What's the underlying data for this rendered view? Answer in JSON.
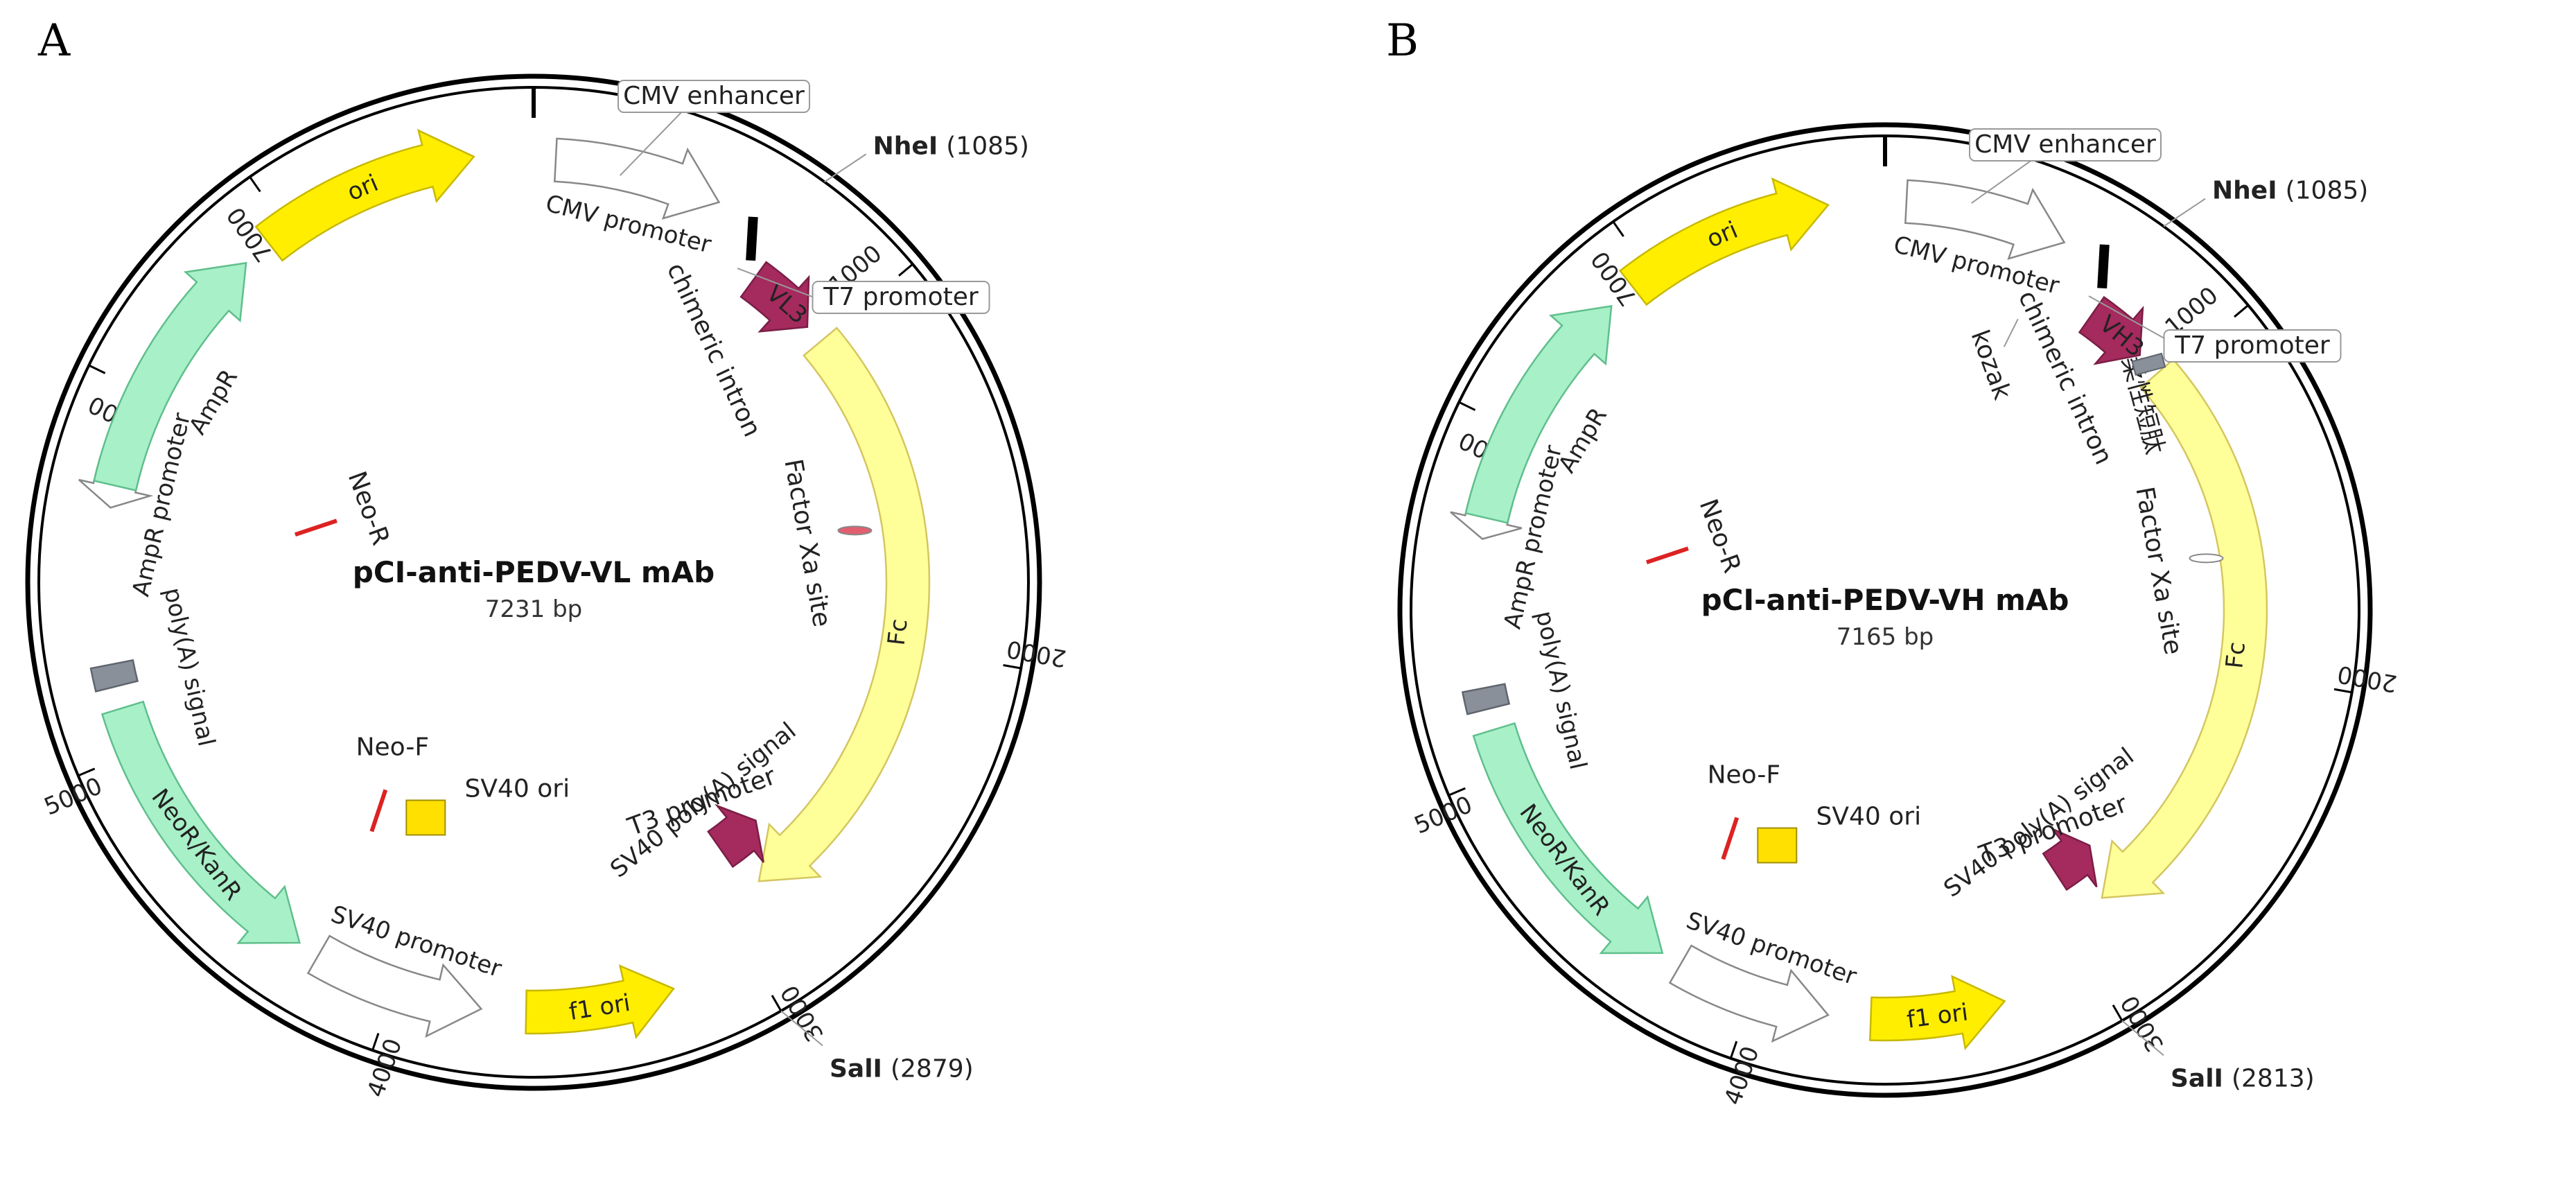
{
  "panels": [
    {
      "id": "A",
      "panel_label": "A",
      "name": "pCI-anti-PEDV-VL mAb",
      "size": "7231 bp",
      "ticks": [
        "7000",
        "1000",
        "2000",
        "3000",
        "4000",
        "5000",
        "6000"
      ],
      "features": [
        {
          "key": "cmv_promoter",
          "label": "CMV promoter",
          "fill": "#ffffff",
          "stroke": "#888888"
        },
        {
          "key": "vl3",
          "label": "VL3",
          "fill": "#a52a5e",
          "stroke": "#7a1e45"
        },
        {
          "key": "fc",
          "label": "Fc",
          "fill": "#ffff99",
          "stroke": "#d4c660"
        },
        {
          "key": "sv40_pa",
          "label": "SV40 poly(A) signal",
          "fill": "#a52a5e",
          "stroke": "#7a1e45"
        },
        {
          "key": "f1_ori",
          "label": "f1 ori",
          "fill": "#ffee00",
          "stroke": "#c8b800"
        },
        {
          "key": "sv40_promoter",
          "label": "SV40 promoter",
          "fill": "#ffffff",
          "stroke": "#888888"
        },
        {
          "key": "neor",
          "label": "NeoR/KanR",
          "fill": "#a8f0c8",
          "stroke": "#5fbf8c"
        },
        {
          "key": "polya",
          "label": "poly(A) signal",
          "fill": "#8a9099",
          "stroke": "#5f656e"
        },
        {
          "key": "ampr_promoter",
          "label": "AmpR promoter",
          "fill": "#ffffff",
          "stroke": "#888888"
        },
        {
          "key": "ampr",
          "label": "AmpR",
          "fill": "#a8f0c8",
          "stroke": "#5fbf8c"
        },
        {
          "key": "ori",
          "label": "ori",
          "fill": "#ffee00",
          "stroke": "#c8b800"
        }
      ],
      "labels": {
        "cmv_enhancer": "CMV enhancer",
        "t7_promoter": "T7 promoter",
        "chimeric_intron": "chimeric intron",
        "factor_xa": "Factor Xa site",
        "neo_r": "Neo-R",
        "neo_f": "Neo-F",
        "sv40_ori": "SV40 ori",
        "t3_promoter": "T3 promoter"
      },
      "sites": {
        "nhe_name": "NheI",
        "nhe_pos": "(1085)",
        "sal_name": "SalI",
        "sal_pos": "(2879)"
      }
    },
    {
      "id": "B",
      "panel_label": "B",
      "name": "pCI-anti-PEDV-VH mAb",
      "size": "7165 bp",
      "ticks": [
        "7000",
        "1000",
        "2000",
        "3000",
        "4000",
        "5000",
        "6000"
      ],
      "features": [
        {
          "key": "cmv_promoter",
          "label": "CMV promoter",
          "fill": "#ffffff",
          "stroke": "#888888"
        },
        {
          "key": "vh3",
          "label": "VH3",
          "fill": "#a52a5e",
          "stroke": "#7a1e45"
        },
        {
          "key": "fc",
          "label": "Fc",
          "fill": "#ffff99",
          "stroke": "#d4c660"
        },
        {
          "key": "sv40_pa",
          "label": "SV40 poly(A) signal",
          "fill": "#a52a5e",
          "stroke": "#7a1e45"
        },
        {
          "key": "f1_ori",
          "label": "f1 ori",
          "fill": "#ffee00",
          "stroke": "#c8b800"
        },
        {
          "key": "sv40_promoter",
          "label": "SV40 promoter",
          "fill": "#ffffff",
          "stroke": "#888888"
        },
        {
          "key": "neor",
          "label": "NeoR/KanR",
          "fill": "#a8f0c8",
          "stroke": "#5fbf8c"
        },
        {
          "key": "polya",
          "label": "poly(A) signal",
          "fill": "#8a9099",
          "stroke": "#5f656e"
        },
        {
          "key": "ampr_promoter",
          "label": "AmpR promoter",
          "fill": "#ffffff",
          "stroke": "#888888"
        },
        {
          "key": "ampr",
          "label": "AmpR",
          "fill": "#a8f0c8",
          "stroke": "#5fbf8c"
        },
        {
          "key": "ori",
          "label": "ori",
          "fill": "#ffee00",
          "stroke": "#c8b800"
        }
      ],
      "labels": {
        "cmv_enhancer": "CMV enhancer",
        "t7_promoter": "T7 promoter",
        "chimeric_intron": "chimeric intron",
        "kozak": "kozak",
        "signal_peptide": "柔性短肽",
        "factor_xa": "Factor Xa site",
        "neo_r": "Neo-R",
        "neo_f": "Neo-F",
        "sv40_ori": "SV40 ori",
        "t3_promoter": "T3 promoter"
      },
      "sites": {
        "nhe_name": "NheI",
        "nhe_pos": "(1085)",
        "sal_name": "SalI",
        "sal_pos": "(2813)"
      }
    }
  ]
}
